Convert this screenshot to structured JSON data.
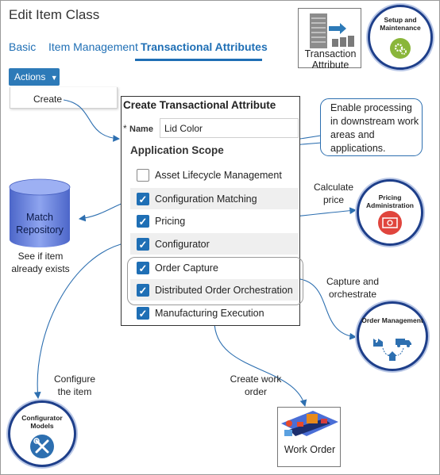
{
  "page": {
    "title": "Edit Item Class",
    "tabs": [
      {
        "label": "Basic"
      },
      {
        "label": "Item Management"
      },
      {
        "label": "Transactional Attributes"
      }
    ],
    "actions_label": "Actions",
    "actions_menu": [
      "Create"
    ]
  },
  "dialog": {
    "title": "Create Transactional Attribute",
    "required_mark": "*",
    "name_label": "Name",
    "name_value": "Lid Color",
    "scope_header": "Application Scope",
    "options": [
      {
        "label": "Asset Lifecycle Management",
        "checked": false
      },
      {
        "label": "Configuration Matching",
        "checked": true
      },
      {
        "label": "Pricing",
        "checked": true
      },
      {
        "label": "Configurator",
        "checked": true
      },
      {
        "label": "Order Capture",
        "checked": true
      },
      {
        "label": "Distributed Order Orchestration",
        "checked": true
      },
      {
        "label": "Manufacturing Execution",
        "checked": true
      }
    ]
  },
  "callout": {
    "text": "Enable processing in downstream work areas and applications."
  },
  "notes": {
    "calculate_price": "Calculate price",
    "capture_orchestrate": "Capture and orchestrate",
    "see_if_exists": "See if item already exists",
    "configure_item": "Configure the item",
    "create_work_order": "Create work order"
  },
  "nodes": {
    "match_repository": "Match Repository",
    "transaction_attribute": "Transaction Attribute",
    "setup_maintenance": "Setup and Maintenance",
    "pricing_admin": "Pricing Administration",
    "order_management": "Order Management",
    "configurator_models": "Configurator Models",
    "work_order": "Work Order"
  },
  "colors": {
    "accent": "#1f6fb5",
    "circle_border": "#1e3f8a",
    "db_blue": "#6e86e0"
  },
  "icons": [
    "dropdown-arrow-icon",
    "checkmark-icon",
    "database-icon",
    "gear-icon",
    "money-icon",
    "factory-truck-home-icon",
    "wrench-screwdriver-icon",
    "conveyor-icon",
    "grid-list-icon"
  ]
}
